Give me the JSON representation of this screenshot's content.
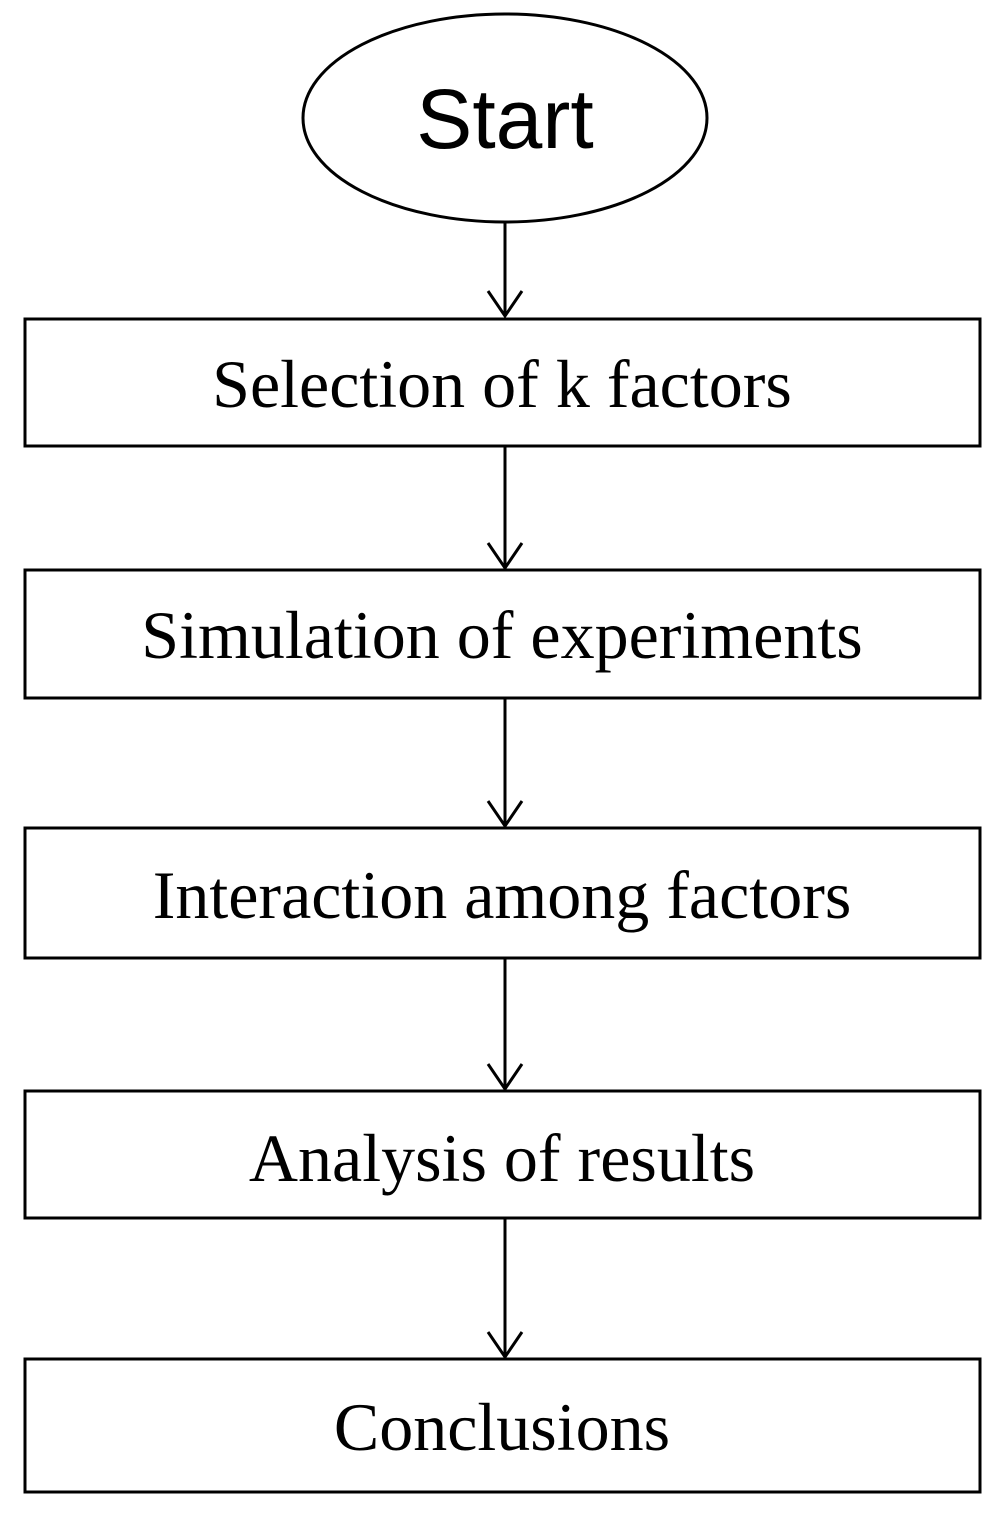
{
  "flowchart": {
    "start": "Start",
    "steps": [
      "Selection of k factors",
      "Simulation of experiments",
      "Interaction among factors",
      "Analysis of results",
      "Conclusions"
    ]
  }
}
